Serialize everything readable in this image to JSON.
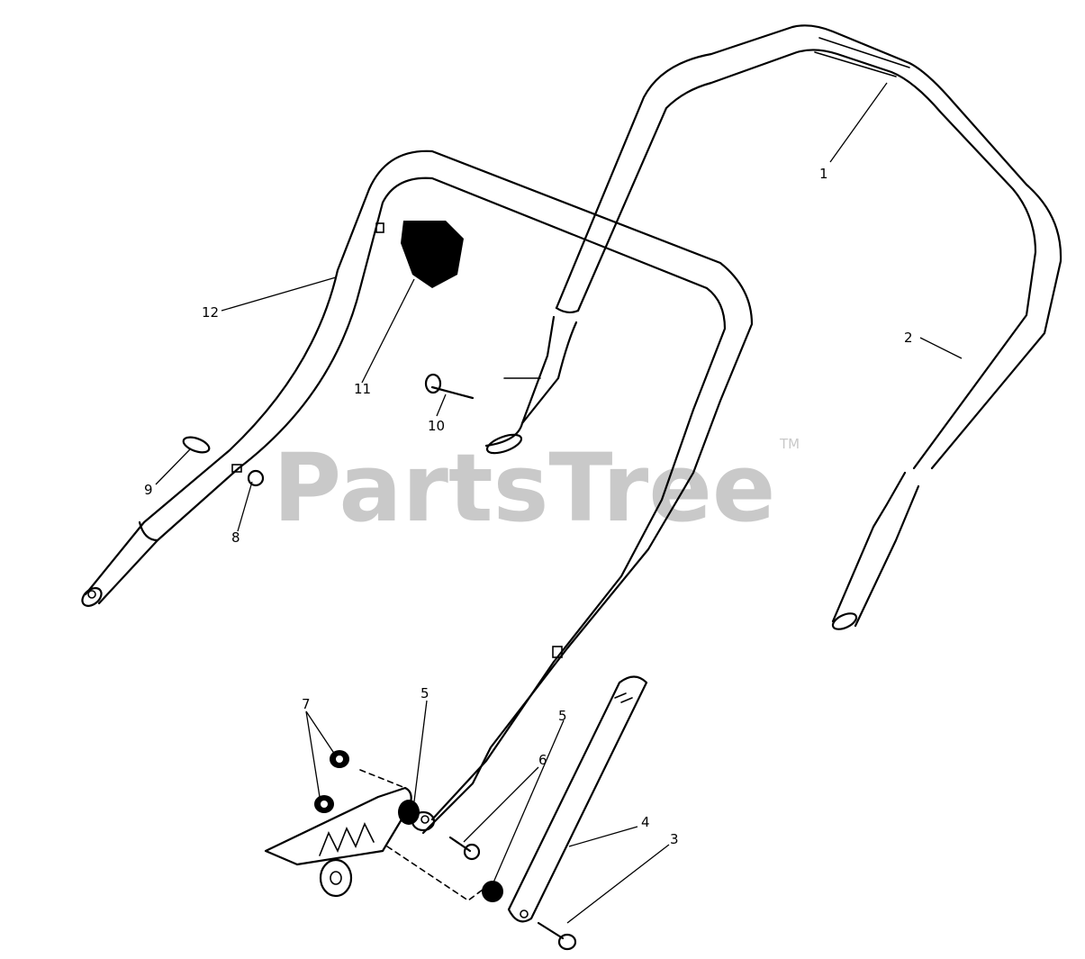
{
  "watermark": {
    "brand": "PartsTree",
    "trademark": "TM"
  },
  "callouts": {
    "c1": "1",
    "c2": "2",
    "c3": "3",
    "c4": "4",
    "c5a": "5",
    "c5b": "5",
    "c6": "6",
    "c7": "7",
    "c8": "8",
    "c9": "9",
    "c10": "10",
    "c11": "11",
    "c12": "12"
  }
}
